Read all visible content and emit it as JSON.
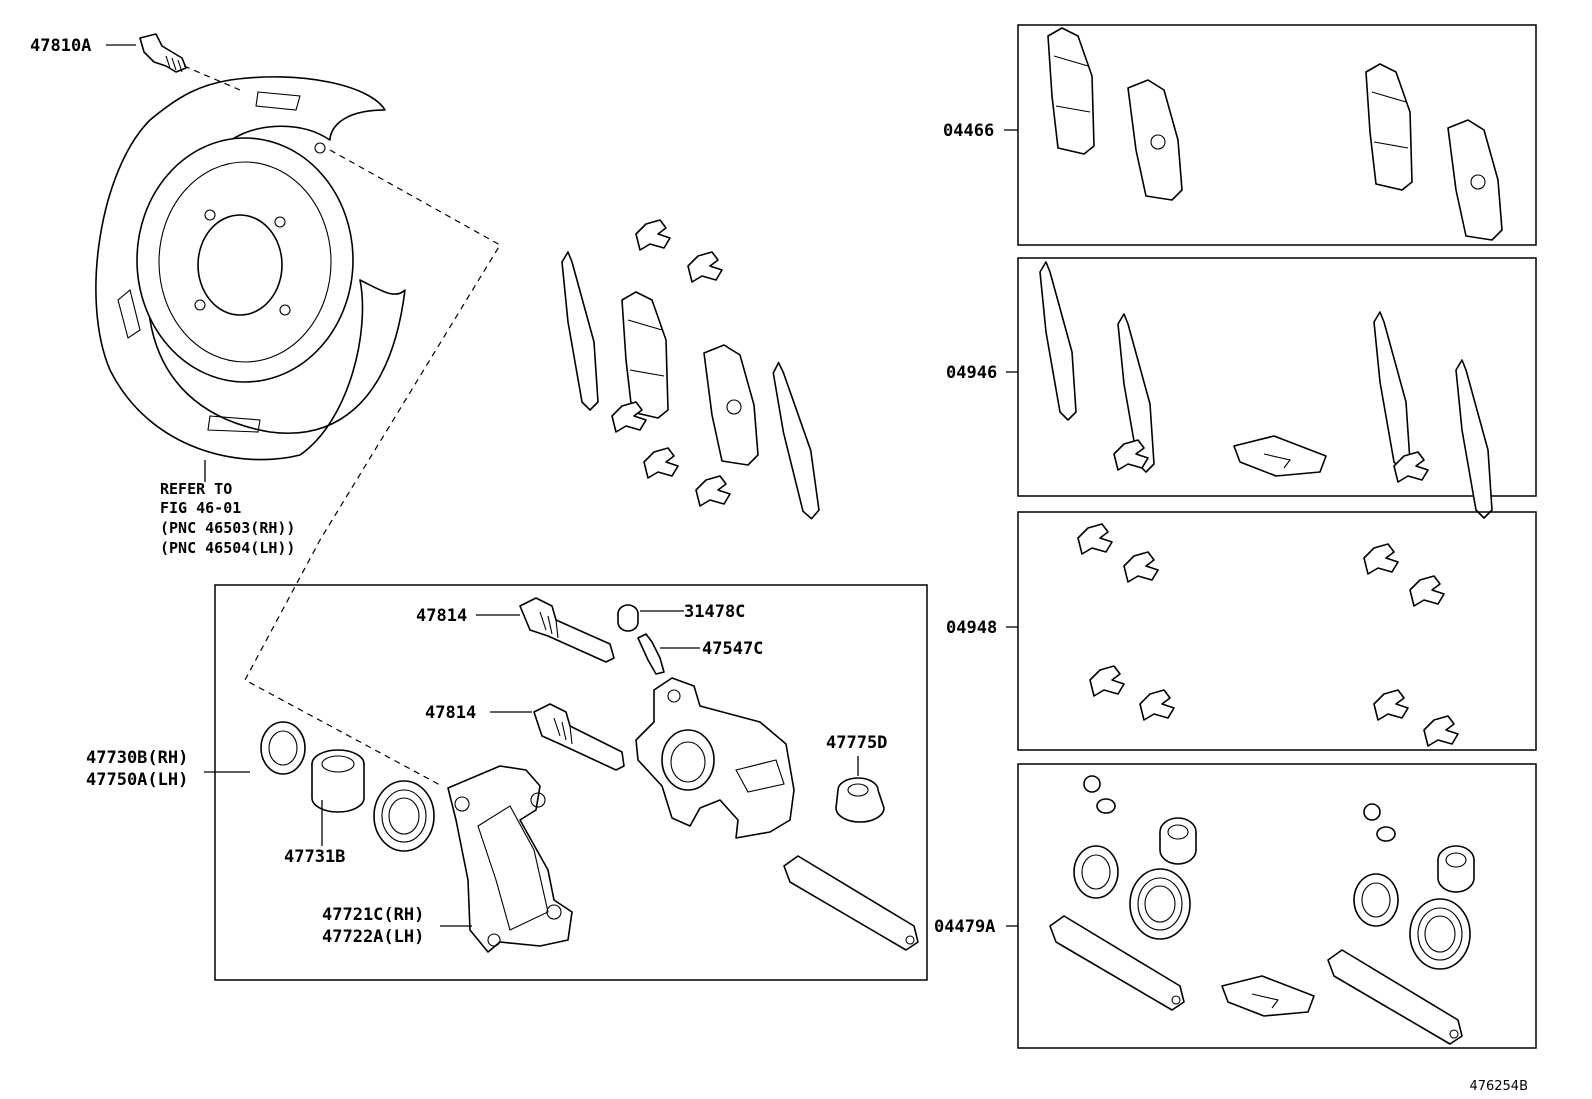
{
  "figure_number": "476254B",
  "callouts": {
    "bolt": "47810A",
    "pin_upper": "47814",
    "pin_lower": "47814",
    "bleeder_cap": "31478C",
    "bleeder_plug": "47547C",
    "piston_rh": "47730B(RH)",
    "piston_lh": "47750A(LH)",
    "piston": "47731B",
    "mounting_rh": "47721C(RH)",
    "mounting_lh": "47722A(LH)",
    "boot": "47775D"
  },
  "refer_note": {
    "line1": "REFER TO",
    "line2": "FIG 46-01",
    "line3": "(PNC 46503(RH))",
    "line4": "(PNC 46504(LH))"
  },
  "kits": [
    {
      "code": "04466"
    },
    {
      "code": "04946"
    },
    {
      "code": "04948"
    },
    {
      "code": "04479A"
    }
  ]
}
